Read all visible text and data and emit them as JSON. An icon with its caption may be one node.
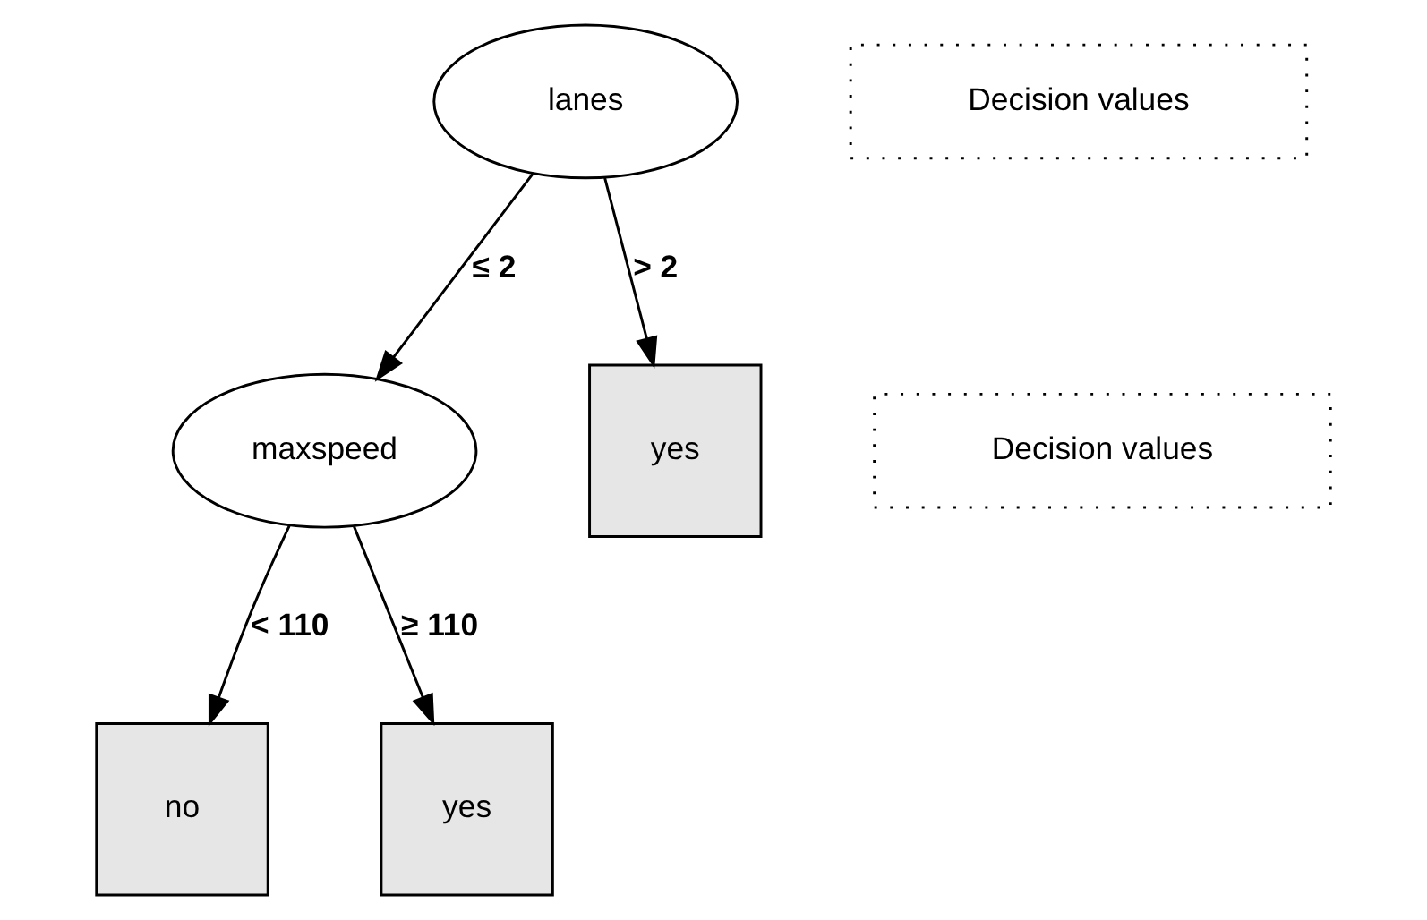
{
  "diagram": {
    "nodes": [
      {
        "text": [
          "lanes"
        ]
      },
      {
        "text": [
          "Decision values"
        ]
      },
      {
        "text": [
          "maxspeed"
        ]
      },
      {
        "text": [
          "yes"
        ]
      },
      {
        "text": [
          "Decision values"
        ]
      },
      {
        "text": [
          "no"
        ]
      },
      {
        "text": [
          "yes"
        ]
      }
    ],
    "edges": [
      {
        "from": 0,
        "to": 2,
        "arrow": "to",
        "label": "≤ 2"
      },
      {
        "from": 0,
        "to": 3,
        "arrow": "to",
        "label": "> 2"
      },
      {
        "from": 2,
        "to": 5,
        "arrow": "to",
        "label": "< 110"
      },
      {
        "from": 2,
        "to": 6,
        "arrow": "to",
        "label": "≥ 110"
      }
    ]
  }
}
